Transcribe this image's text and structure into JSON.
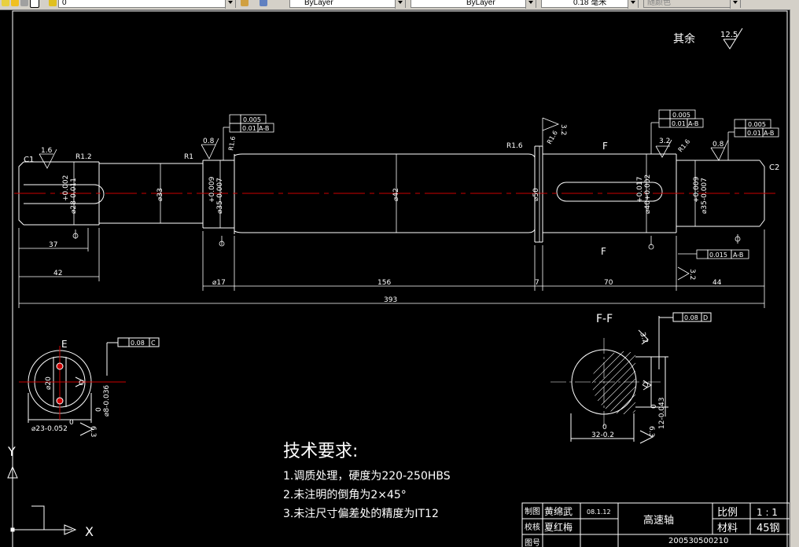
{
  "toolbar": {
    "layer_value": "0",
    "color_value": "ByLayer",
    "linetype_value": "ByLayer",
    "lineweight_value": "0.18 毫米",
    "plotstyle_value": "随颜色"
  },
  "colors": {
    "background": "#000000",
    "lines": "#ffffff",
    "centerline": "#cc0000",
    "toolbar": "#d4d0c8"
  },
  "drawing": {
    "surface_roughness_rest_label": "其余",
    "surface_roughness_rest_value": "12.5",
    "main_view": {
      "dimensions": {
        "overall_length": "393",
        "len_37": "37",
        "len_42": "42",
        "len_17": "⌀17",
        "len_156": "156",
        "len_7": "7",
        "len_70": "70",
        "len_44": "44",
        "dia_28": "⌀28-0.011",
        "dia_28_tol": "+0.002",
        "dia_33": "⌀33",
        "dia_35_left": "⌀35-0.007",
        "dia_35_left_tol": "+0.009",
        "dia_42": "⌀42",
        "dia_50": "⌀50",
        "dia_40": "⌀40+0.002",
        "dia_40_tol": "+0.017",
        "dia_35_right": "⌀35-0.007",
        "dia_35_right_tol": "+0.009"
      },
      "labels": {
        "c1": "C1",
        "c2": "C2",
        "r12": "R1.2",
        "r1": "R1",
        "r16_a": "R1.6",
        "r16_b": "R1.6",
        "r16_c": "R1.6",
        "r16_d": "R1.6",
        "rough_16": "1.6",
        "rough_08_a": "0.8",
        "rough_32_a": "3.2",
        "rough_32_b": "3.2",
        "rough_08_b": "0.8",
        "rough_32_c": "3.2",
        "ff_top": "F",
        "ff_bot": "F"
      },
      "tolerance_frames": {
        "left_tol1": "0.005",
        "left_tol2": "0.01",
        "left_ref2": "A-B",
        "mid_tol1": "0.005",
        "mid_tol2": "0.01",
        "mid_ref2": "A-B",
        "right_tol1": "0.005",
        "right_tol2": "0.01",
        "right_ref2": "A-B",
        "runout_tol": "0.015",
        "runout_ref": "A-B"
      }
    },
    "section_e": {
      "label": "E",
      "flatness_tol": "0.08",
      "flatness_ref": "C",
      "dia": "⌀23-0.052",
      "dia_tol": "0",
      "slot_width": "⌀8-0.036",
      "slot_width_tol": "0",
      "dim_20": "⌀20",
      "rough": "6.3",
      "c_label": "C"
    },
    "section_ff": {
      "label": "F-F",
      "sym_tol": "0.08",
      "sym_ref": "D",
      "width": "32-0.2",
      "width_tol": "0",
      "depth": "12-0.043",
      "depth_tol": "0",
      "rough_a": "3.2",
      "rough_b": "6.3",
      "d_label": "D"
    }
  },
  "tech_requirements": {
    "title": "技术要求:",
    "items": [
      "1.调质处理，硬度为220-250HBS",
      "2.未注明的倒角为2×45°",
      "3.未注尺寸偏差处的精度为IT12"
    ]
  },
  "title_block": {
    "drawn_label": "制图",
    "drawn_name": "黄绵武",
    "drawn_date": "08.1.12",
    "checked_label": "校核",
    "checked_name": "夏红梅",
    "drawing_no_label": "图号",
    "part_name": "高速轴",
    "scale_label": "比例",
    "scale_value": "1 : 1",
    "material_label": "材料",
    "material_value": "45钢",
    "drawing_number": "200530500210"
  },
  "ucs": {
    "x_label": "X",
    "y_label": "Y"
  }
}
